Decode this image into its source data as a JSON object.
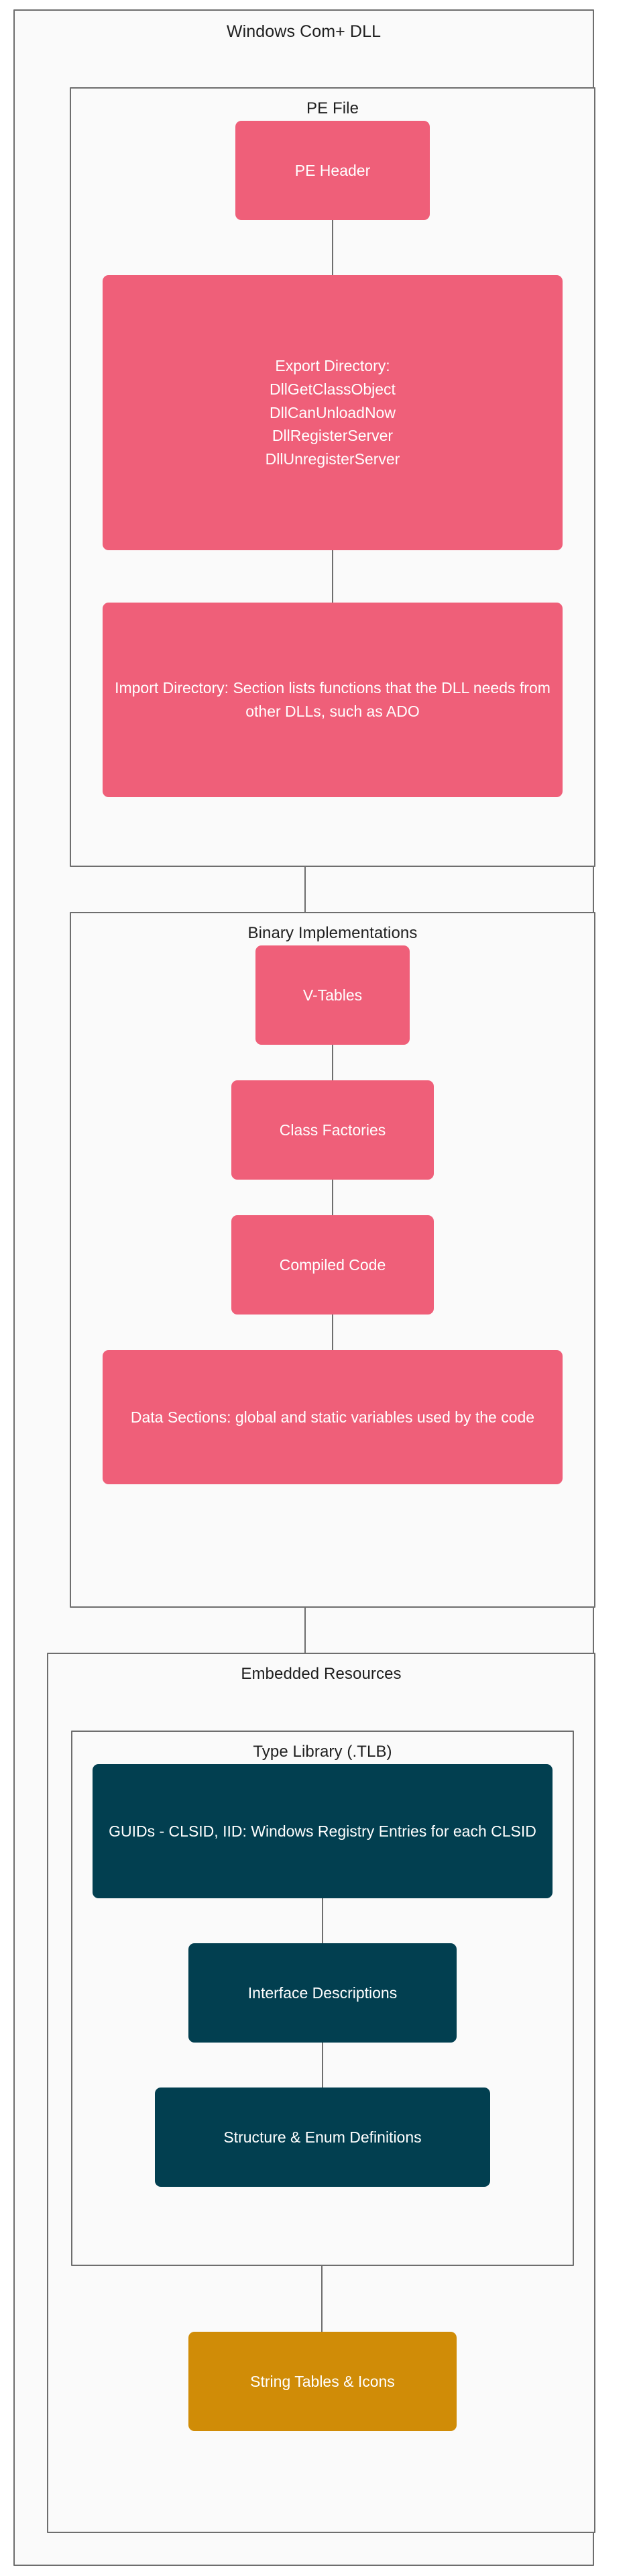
{
  "diagram": {
    "type": "flowchart",
    "title": "Windows Com+ DLL",
    "containers": {
      "root": {
        "label": "Windows Com+ DLL"
      },
      "pe_file": {
        "label": "PE File"
      },
      "binary_implementations": {
        "label": "Binary Implementations"
      },
      "embedded_resources": {
        "label": "Embedded Resources"
      },
      "type_library": {
        "label": "Type Library (.TLB)"
      }
    },
    "nodes": {
      "pe_header": {
        "label": "PE Header",
        "color": "#ef5f79"
      },
      "export_directory": {
        "label": "Export Directory:\nDllGetClassObject\nDllCanUnloadNow\nDllRegisterServer\nDllUnregisterServer",
        "color": "#ef5f79"
      },
      "import_directory": {
        "label": "Import Directory: Section lists functions that the DLL needs from other DLLs, such as ADO",
        "color": "#ef5f79"
      },
      "v_tables": {
        "label": "V-Tables",
        "color": "#ef5f79"
      },
      "class_factories": {
        "label": "Class Factories",
        "color": "#ef5f79"
      },
      "compiled_code": {
        "label": "Compiled Code",
        "color": "#ef5f79"
      },
      "data_sections": {
        "label": "Data Sections: global and static variables used by the code",
        "color": "#ef5f79"
      },
      "guids": {
        "label": "GUIDs - CLSID, IID: Windows Registry Entries for each CLSID",
        "color": "#023f50"
      },
      "interface_descriptions": {
        "label": "Interface Descriptions",
        "color": "#023f50"
      },
      "structure_enum_definitions": {
        "label": "Structure & Enum Definitions",
        "color": "#023f50"
      },
      "string_tables_icons": {
        "label": "String Tables & Icons",
        "color": "#d08c07"
      }
    },
    "palette": {
      "pink": "#ef5f79",
      "teal": "#023f50",
      "amber": "#d08c07",
      "border": "#6e6e6e",
      "surface": "#fafafa",
      "text_dark": "#1f1f1f",
      "text_light": "#ffffff"
    }
  }
}
